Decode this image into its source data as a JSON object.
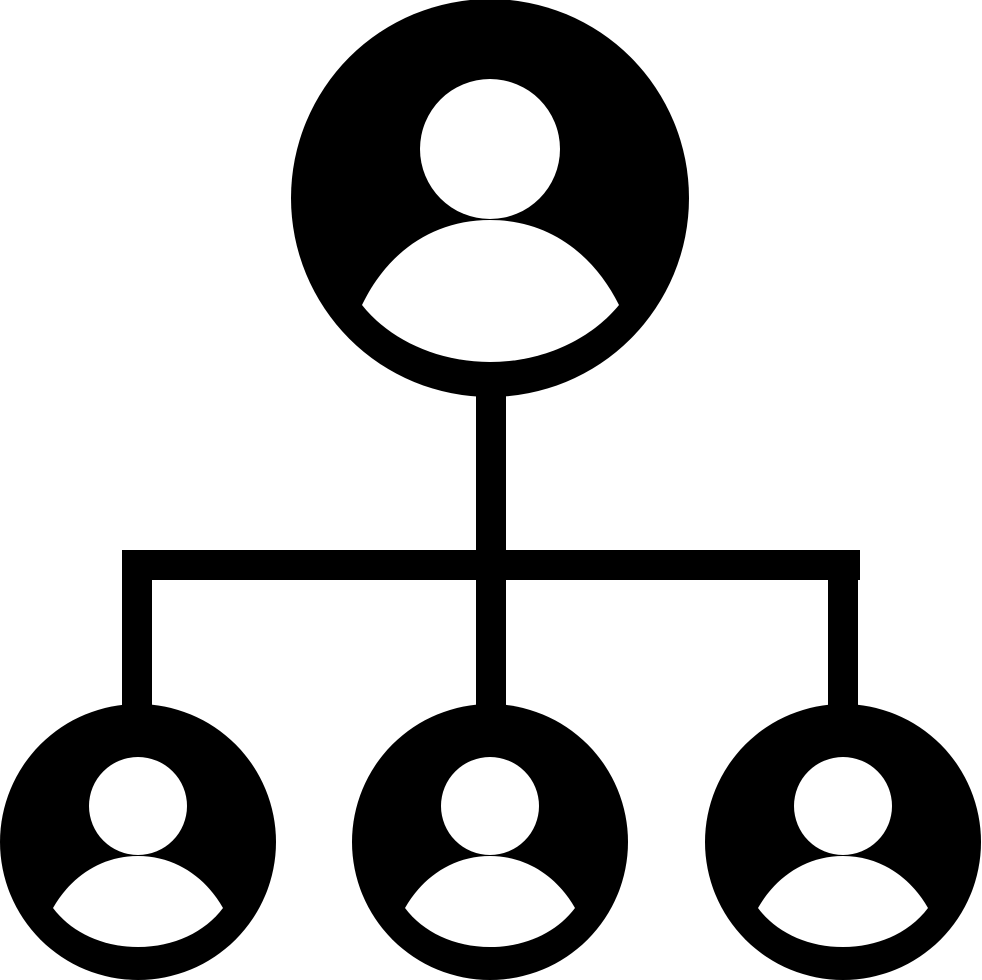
{
  "icon": {
    "name": "organization-hierarchy-icon",
    "nodes": [
      {
        "role": "parent",
        "icon": "user-icon"
      },
      {
        "role": "child",
        "icon": "user-icon"
      },
      {
        "role": "child",
        "icon": "user-icon"
      },
      {
        "role": "child",
        "icon": "user-icon"
      }
    ]
  },
  "colors": {
    "foreground": "#000000",
    "background": "#ffffff"
  }
}
